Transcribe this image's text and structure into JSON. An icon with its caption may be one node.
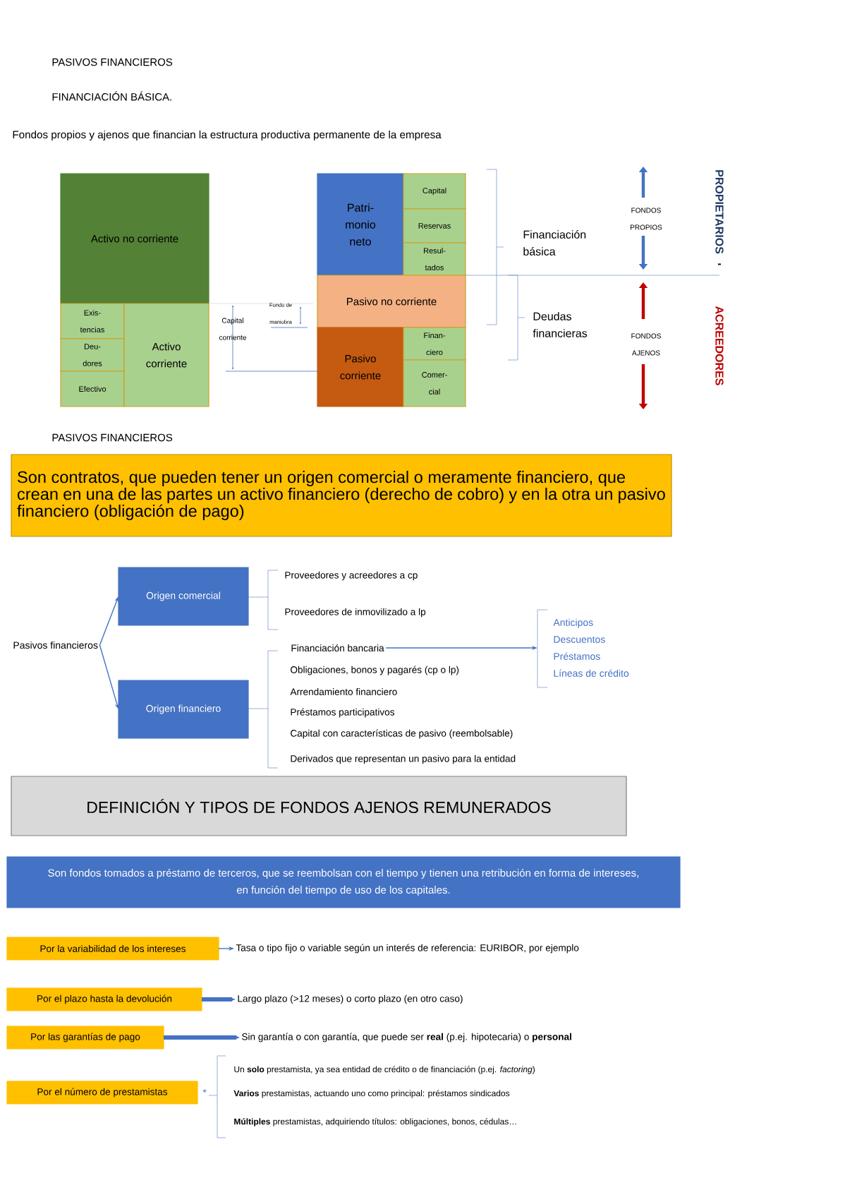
{
  "diagram": {
    "title": "PASIVOS FINANCIEROS",
    "nodes": [
      {
        "text": [
          "Activo no corriente"
        ]
      },
      {
        "text": [
          "Exis- tencias"
        ]
      },
      {
        "text": [
          "Deu- dores"
        ]
      },
      {
        "text": [
          "Efectivo"
        ]
      },
      {
        "text": [
          "Activo corriente"
        ]
      },
      {
        "text": [
          "Patri- monio neto"
        ]
      },
      {
        "text": [
          "Capital"
        ]
      },
      {
        "text": [
          "Reservas"
        ]
      },
      {
        "text": [
          "Resul- tados"
        ]
      },
      {
        "text": [
          "Pasivo no corriente"
        ]
      },
      {
        "text": [
          "Pasivo corriente"
        ]
      },
      {
        "text": [
          "Finan- ciero"
        ]
      },
      {
        "text": [
          "Comer- cial"
        ]
      },
      {
        "text": [
          "Son contratos, que pueden tener un origen comercial o meramente financiero, que crean en una de las partes un activo financiero (derecho de cobro) y en la otra un pasivo financiero (obligación de pago)"
        ]
      },
      {
        "text": [
          "Pasivos financieros"
        ]
      },
      {
        "text": [
          "Origen comercial"
        ]
      },
      {
        "text": [
          "Origen financiero"
        ]
      },
      {
        "text": [
          "Financiación bancaria"
        ]
      },
      {
        "text": [
          "Anticipos",
          "Descuentos",
          "Préstamos",
          "Líneas de crédito"
        ]
      },
      {
        "text": [
          "DEFINICIÓN Y TIPOS DE FONDOS AJENOS REMUNERADOS"
        ]
      },
      {
        "text": [
          "Son fondos tomados a préstamo de terceros, que se reembolsan con el tiempo y tienen una retribución en forma de intereses, en función del tiempo de uso de los capitales."
        ]
      },
      {
        "text": [
          "Por la variabilidad de los intereses"
        ]
      },
      {
        "text": [
          "Por el plazo hasta la devolución"
        ]
      },
      {
        "text": [
          "Por las garantías de pago"
        ]
      },
      {
        "text": [
          "Por el número de prestamistas"
        ],
        "beside": [
          "*"
        ]
      },
      {
        "text": [
          "Tasa o tipo fijo o variable según un interés de referencia: EURIBOR, por ejemplo"
        ]
      },
      {
        "text": [
          "Largo plazo (>12 meses) o corto plazo  (en otro caso)"
        ]
      },
      {
        "text": [
          "Sin garantía o con garantía, que puede ser **real** (p.ej. hipotecaria) o **personal**"
        ]
      }
    ],
    "edges": [
      {
        "from": 14,
        "to": 15,
        "arrow": "to"
      },
      {
        "from": 14,
        "to": 16,
        "arrow": "to"
      },
      {
        "from": 17,
        "to": 18,
        "arrow": "to"
      },
      {
        "from": 21,
        "to": 25,
        "arrow": "to"
      },
      {
        "from": 22,
        "to": 26,
        "arrow": "to",
        "style": "thick"
      },
      {
        "from": 23,
        "to": 27,
        "arrow": "to",
        "style": "thick"
      }
    ],
    "labels": [
      "FINANCIACIÓN BÁSICA.",
      "Fondos propios y ajenos que financian la estructura productiva permanente de la empresa",
      "Capital corriente",
      "Fondo de maniobra",
      "Financiación básica",
      "Deudas financieras",
      "FONDOS PROPIOS",
      "PROPIETARIOS",
      "-",
      "FONDOS AJENOS",
      "ACREEDORES",
      "PASIVOS FINANCIEROS",
      "Proveedores y acreedores a cp",
      "Proveedores de inmovilizado a lp",
      "Obligaciones, bonos y pagarés (cp o lp)",
      "Arrendamiento financiero",
      "Préstamos participativos",
      "Capital con características de pasivo (reembolsable)",
      "Derivados que representan un pasivo para la entidad",
      "Un **solo** prestamista, ya sea entidad de crédito o de financiación (p.ej. *factoring*)",
      "**Varios** prestamistas, actuando uno como principal: préstamos sindicados",
      "**Múltiples** prestamistas, adquiriendo títulos: obligaciones, bonos, cédulas…"
    ]
  }
}
